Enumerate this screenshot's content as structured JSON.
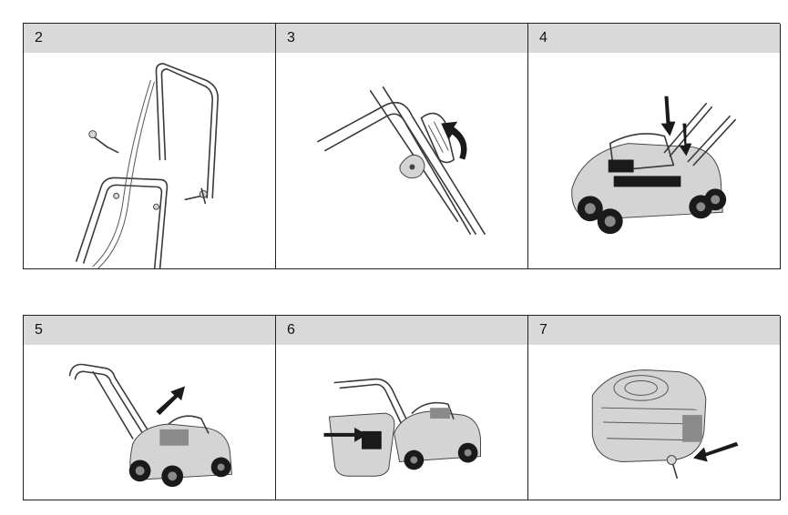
{
  "steps": [
    {
      "number": "2",
      "icon": "handle-assembly-illustration"
    },
    {
      "number": "3",
      "icon": "handle-knob-tighten-illustration"
    },
    {
      "number": "4",
      "icon": "mower-side-bars-illustration"
    },
    {
      "number": "5",
      "icon": "mower-lift-handle-illustration"
    },
    {
      "number": "6",
      "icon": "grass-bag-attach-illustration"
    },
    {
      "number": "7",
      "icon": "engine-oil-fill-illustration"
    }
  ]
}
